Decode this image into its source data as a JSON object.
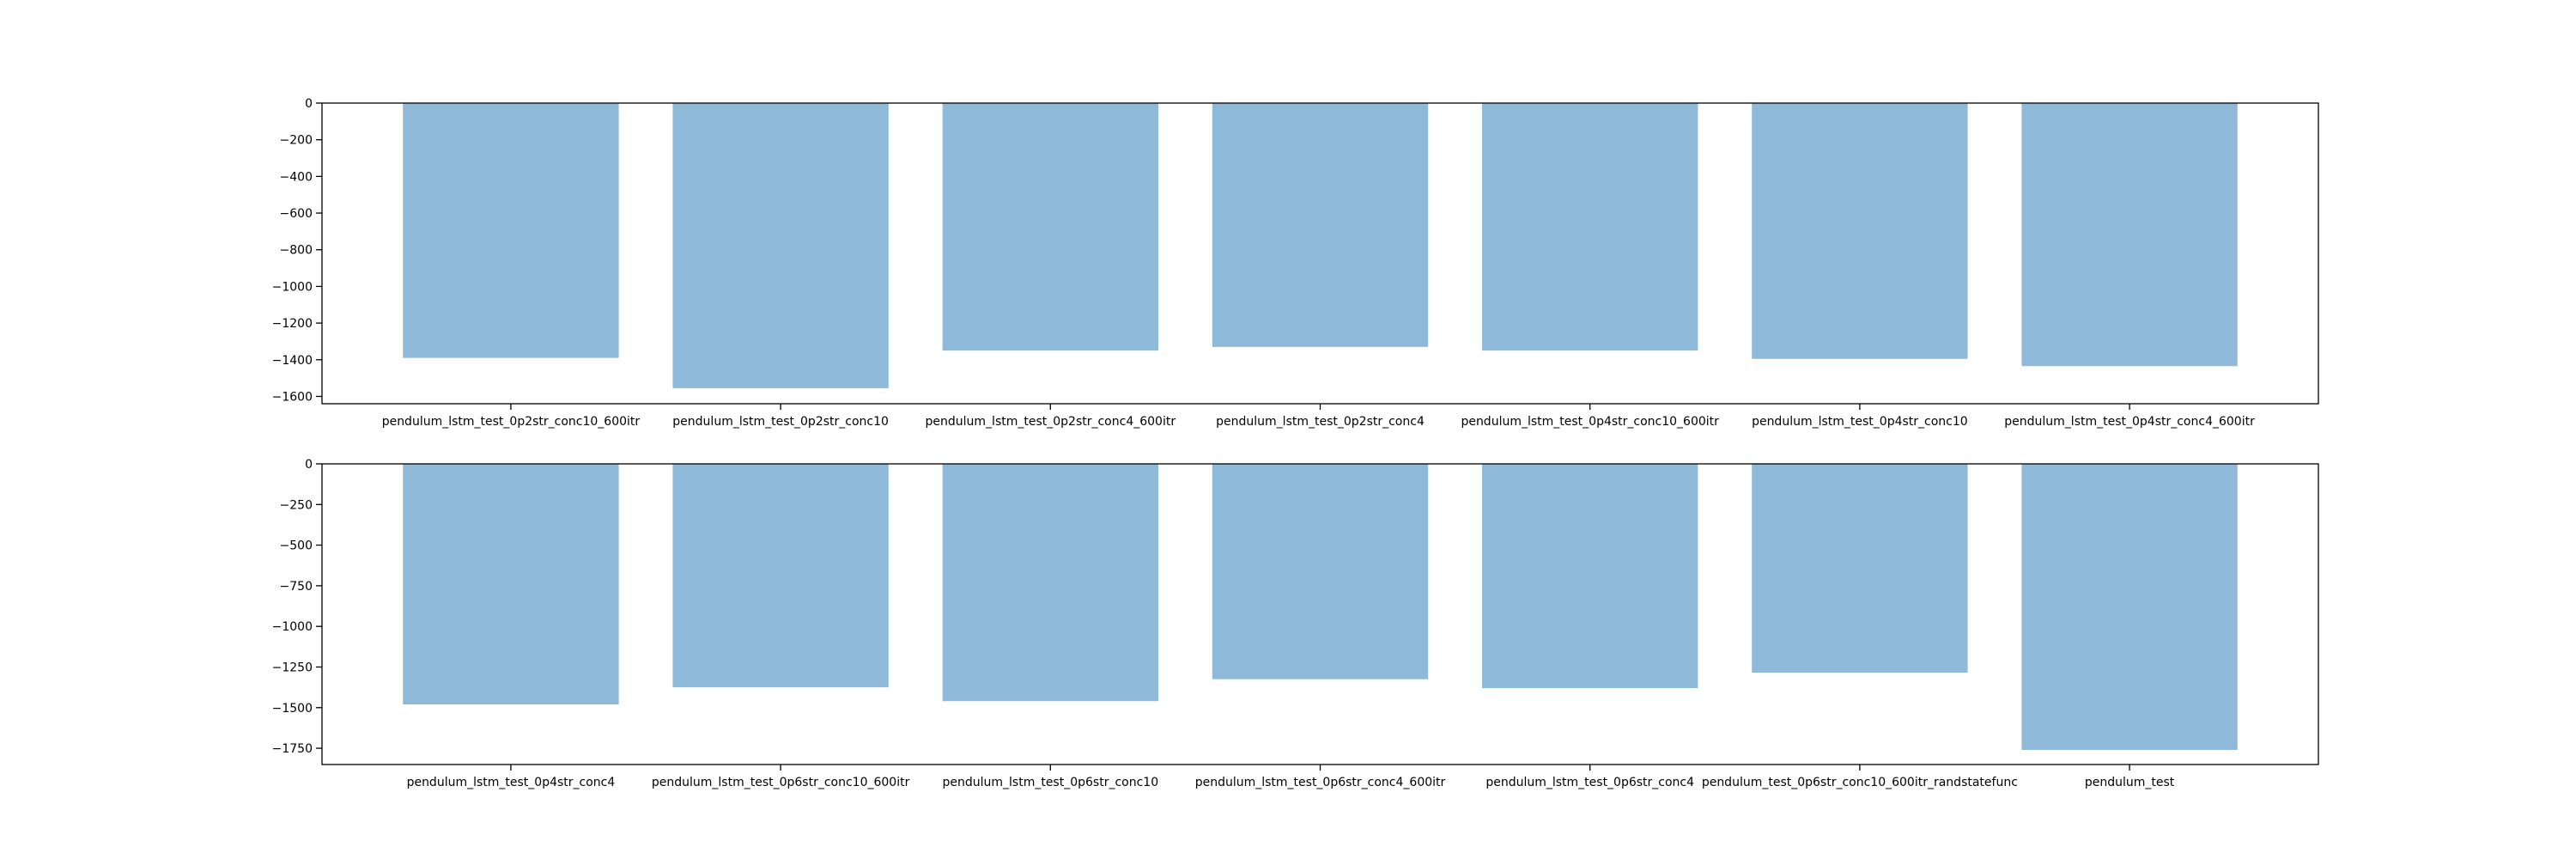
{
  "chart_data": [
    {
      "type": "bar",
      "categories": [
        "pendulum_lstm_test_0p2str_conc10_600itr",
        "pendulum_lstm_test_0p2str_conc10",
        "pendulum_lstm_test_0p2str_conc4_600itr",
        "pendulum_lstm_test_0p2str_conc4",
        "pendulum_lstm_test_0p4str_conc10_600itr",
        "pendulum_lstm_test_0p4str_conc10",
        "pendulum_lstm_test_0p4str_conc4_600itr"
      ],
      "values": [
        -1390,
        -1555,
        -1350,
        -1330,
        -1350,
        -1395,
        -1435
      ],
      "ylim": [
        -1640,
        0
      ],
      "yticks": [
        0,
        -200,
        -400,
        -600,
        -800,
        -1000,
        -1200,
        -1400,
        -1600
      ],
      "ytick_labels": [
        "0",
        "−200",
        "−400",
        "−600",
        "−800",
        "−1000",
        "−1200",
        "−1400",
        "−1600"
      ],
      "bar_color": "#8fb9d8",
      "title": "",
      "xlabel": "",
      "ylabel": ""
    },
    {
      "type": "bar",
      "categories": [
        "pendulum_lstm_test_0p4str_conc4",
        "pendulum_lstm_test_0p6str_conc10_600itr",
        "pendulum_lstm_test_0p6str_conc10",
        "pendulum_lstm_test_0p6str_conc4_600itr",
        "pendulum_lstm_test_0p6str_conc4",
        "pendulum_test_0p6str_conc10_600itr_randstatefunc",
        "pendulum_test"
      ],
      "values": [
        -1480,
        -1375,
        -1460,
        -1325,
        -1380,
        -1285,
        -1760
      ],
      "ylim": [
        -1850,
        0
      ],
      "yticks": [
        0,
        -250,
        -500,
        -750,
        -1000,
        -1250,
        -1500,
        -1750
      ],
      "ytick_labels": [
        "0",
        "−250",
        "−500",
        "−750",
        "−1000",
        "−1250",
        "−1500",
        "−1750"
      ],
      "bar_color": "#8fb9d8",
      "title": "",
      "xlabel": "",
      "ylabel": ""
    }
  ]
}
